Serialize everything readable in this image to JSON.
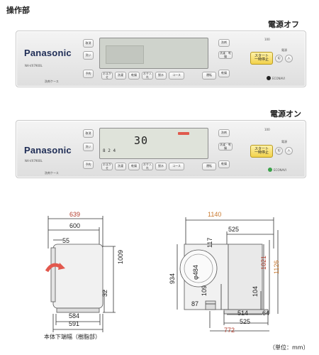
{
  "headings": {
    "section": "操作部",
    "power_off": "電源オフ",
    "power_on": "電源オン"
  },
  "panel": {
    "brand": "Panasonic",
    "model": "NA-VX7900L",
    "case_label": "洗剤ケース",
    "capacity_badge": "100",
    "left_buttons": [
      "取消",
      "洗い",
      "予約"
    ],
    "bottom_buttons": [
      "おまかせ",
      "洗濯",
      "乾燥",
      "お手入れ",
      "脱水",
      "コース",
      "運転"
    ],
    "right_buttons": [
      "洗剤",
      "洗濯・乾燥",
      "乾燥"
    ],
    "start_button": "スタート\n一時停止",
    "power_label": "電源",
    "power_buttons": [
      "切",
      "入"
    ],
    "econavi": "ECONAVI"
  },
  "display_on": {
    "time": "30",
    "sub_readout": "8 2 4"
  },
  "diagram_left": {
    "labels": [
      "639",
      "600",
      "55",
      "1009",
      "32",
      "584",
      "591"
    ],
    "caption": "本体下端幅（樹脂部）"
  },
  "diagram_right": {
    "labels": [
      "1140",
      "525",
      "117",
      "φ484",
      "934",
      "109",
      "1021",
      "1126",
      "104",
      "87",
      "514",
      "64",
      "525",
      "772"
    ]
  },
  "unit_note": "（単位：mm）",
  "colors": {
    "red_dim": "#b33b2b",
    "orange_dim": "#c9782d",
    "start": "#f2d24b",
    "econavi_green": "#3aa24a"
  }
}
